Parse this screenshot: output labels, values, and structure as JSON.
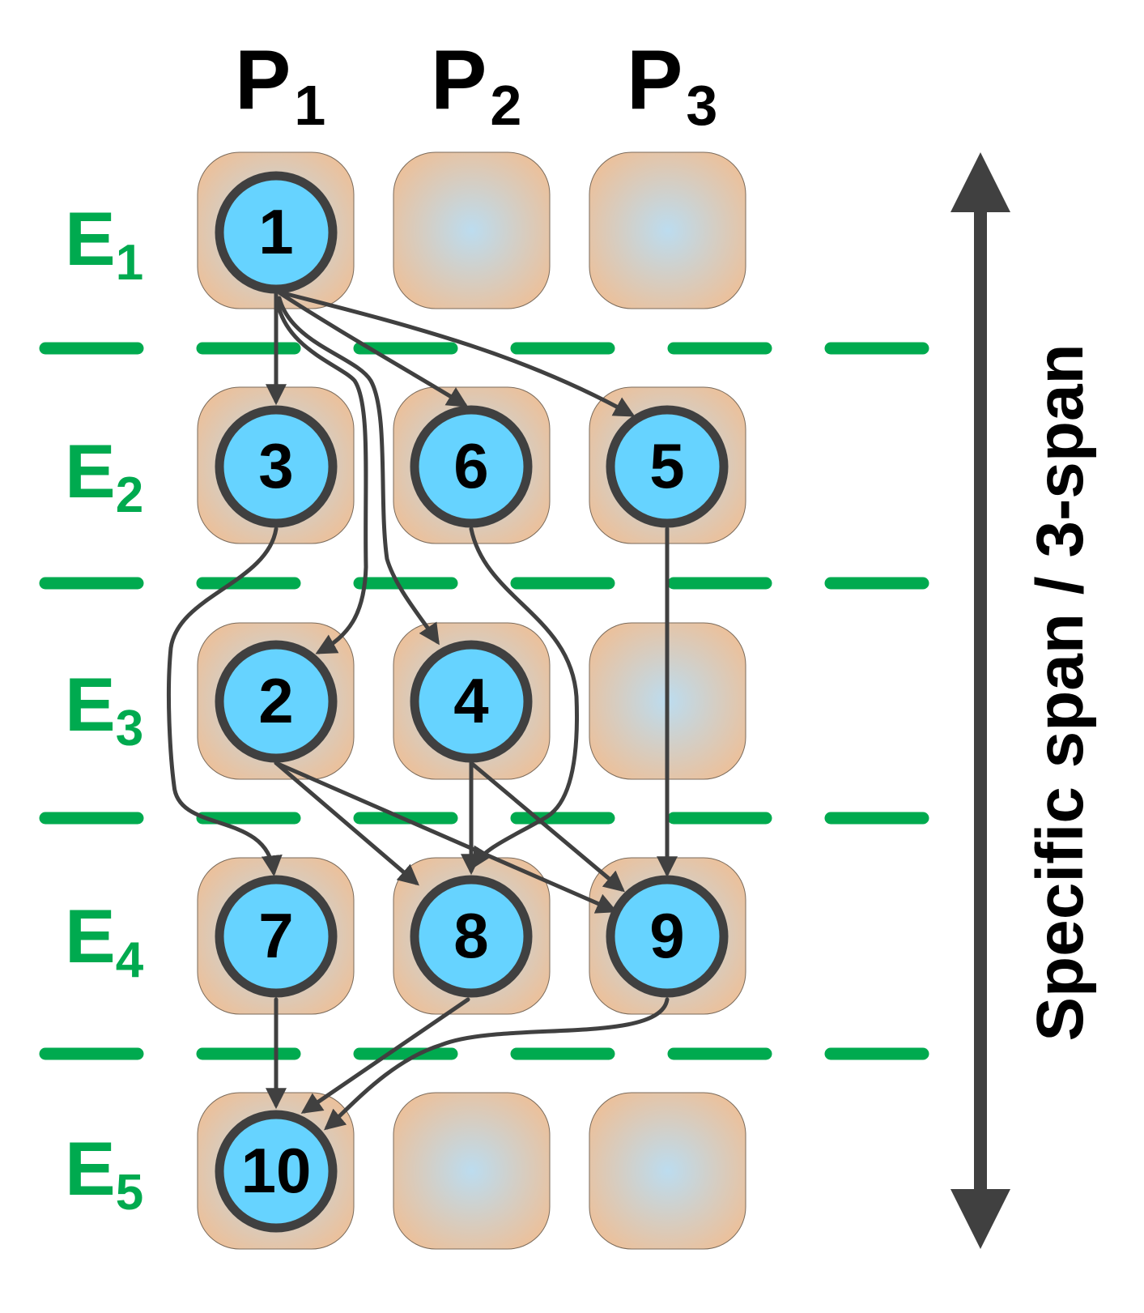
{
  "columns": [
    {
      "main": "P",
      "sub": "1"
    },
    {
      "main": "P",
      "sub": "2"
    },
    {
      "main": "P",
      "sub": "3"
    }
  ],
  "rows": [
    {
      "main": "E",
      "sub": "1"
    },
    {
      "main": "E",
      "sub": "2"
    },
    {
      "main": "E",
      "sub": "3"
    },
    {
      "main": "E",
      "sub": "4"
    },
    {
      "main": "E",
      "sub": "5"
    }
  ],
  "nodes": [
    {
      "id": "1",
      "label": "1",
      "col": 0,
      "row": 0
    },
    {
      "id": "3",
      "label": "3",
      "col": 0,
      "row": 1
    },
    {
      "id": "6",
      "label": "6",
      "col": 1,
      "row": 1
    },
    {
      "id": "5",
      "label": "5",
      "col": 2,
      "row": 1
    },
    {
      "id": "2",
      "label": "2",
      "col": 0,
      "row": 2
    },
    {
      "id": "4",
      "label": "4",
      "col": 1,
      "row": 2
    },
    {
      "id": "7",
      "label": "7",
      "col": 0,
      "row": 3
    },
    {
      "id": "8",
      "label": "8",
      "col": 1,
      "row": 3
    },
    {
      "id": "9",
      "label": "9",
      "col": 2,
      "row": 3
    },
    {
      "id": "10",
      "label": "10",
      "col": 0,
      "row": 4
    }
  ],
  "edges": [
    {
      "from": "1",
      "to": "3"
    },
    {
      "from": "1",
      "to": "6"
    },
    {
      "from": "1",
      "to": "5"
    },
    {
      "from": "1",
      "to": "2"
    },
    {
      "from": "1",
      "to": "4"
    },
    {
      "from": "3",
      "to": "7"
    },
    {
      "from": "6",
      "to": "8"
    },
    {
      "from": "5",
      "to": "9"
    },
    {
      "from": "2",
      "to": "8"
    },
    {
      "from": "2",
      "to": "9"
    },
    {
      "from": "4",
      "to": "8"
    },
    {
      "from": "4",
      "to": "9"
    },
    {
      "from": "7",
      "to": "10"
    },
    {
      "from": "8",
      "to": "10"
    },
    {
      "from": "9",
      "to": "10"
    }
  ],
  "span_label": "Specific span / 3-span",
  "colors": {
    "node_fill": "#66d3ff",
    "node_stroke": "#404040",
    "edge": "#404040",
    "slot_outer": "#ecc09a",
    "slot_inner": "#bcdcef",
    "row_label": "#00aa4f",
    "divider": "#00aa4f"
  }
}
